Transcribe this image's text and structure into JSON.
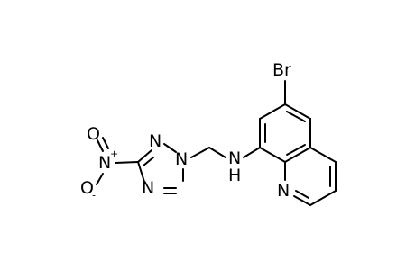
{
  "molecule": {
    "atoms": {
      "bromine": "Br",
      "amine_nitrogen": "N",
      "amine_hydrogen": "H",
      "quinoline_nitrogen": "N",
      "triazole_n1": "N",
      "triazole_n2": "N",
      "triazole_n4": "N",
      "nitro_nitrogen": "N",
      "nitro_oxygen_top": "O",
      "nitro_oxygen_bottom": "O"
    },
    "charges": {
      "nitro_nitrogen": "+",
      "nitro_oxygen_bottom": "-"
    }
  },
  "colors": {
    "bond": "#000000",
    "text": "#000000",
    "background": "#ffffff"
  }
}
